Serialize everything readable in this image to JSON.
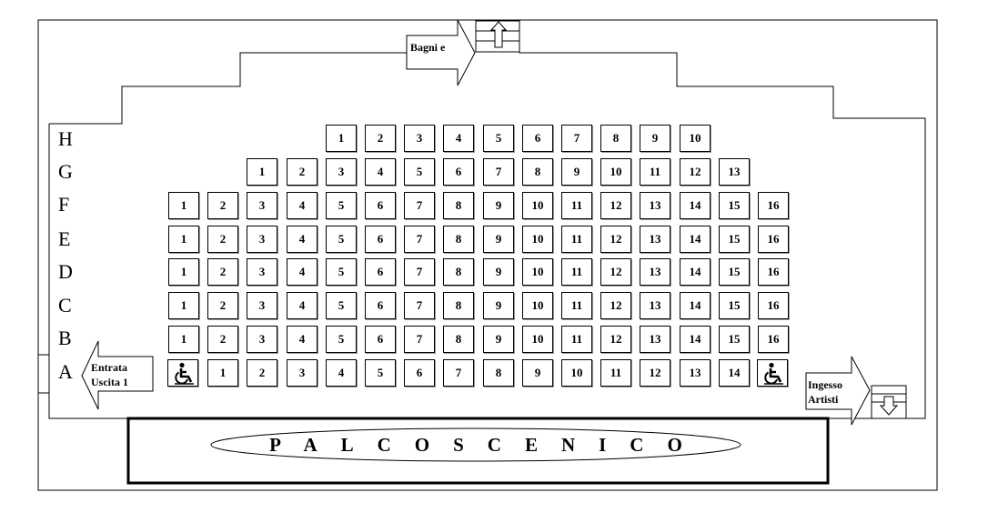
{
  "rows": [
    {
      "label": "H",
      "start": 1,
      "count": 10
    },
    {
      "label": "G",
      "start": 1,
      "count": 13
    },
    {
      "label": "F",
      "start": 1,
      "count": 16
    },
    {
      "label": "E",
      "start": 1,
      "count": 16
    },
    {
      "label": "D",
      "start": 1,
      "count": 16
    },
    {
      "label": "C",
      "start": 1,
      "count": 16
    },
    {
      "label": "B",
      "start": 1,
      "count": 16
    },
    {
      "label": "A",
      "start": 1,
      "count": 14
    }
  ],
  "signs": {
    "bathrooms": "Bagni e",
    "entrance_line1": "Entrata",
    "entrance_line2": "Uscita 1",
    "artists_line1": "Ingesso",
    "artists_line2": "Artisti"
  },
  "stage": {
    "label": "PALCOSCENICO"
  },
  "icons": [
    "wheelchair-icon",
    "stairs-icon",
    "arrow-left-icon",
    "arrow-right-icon"
  ]
}
